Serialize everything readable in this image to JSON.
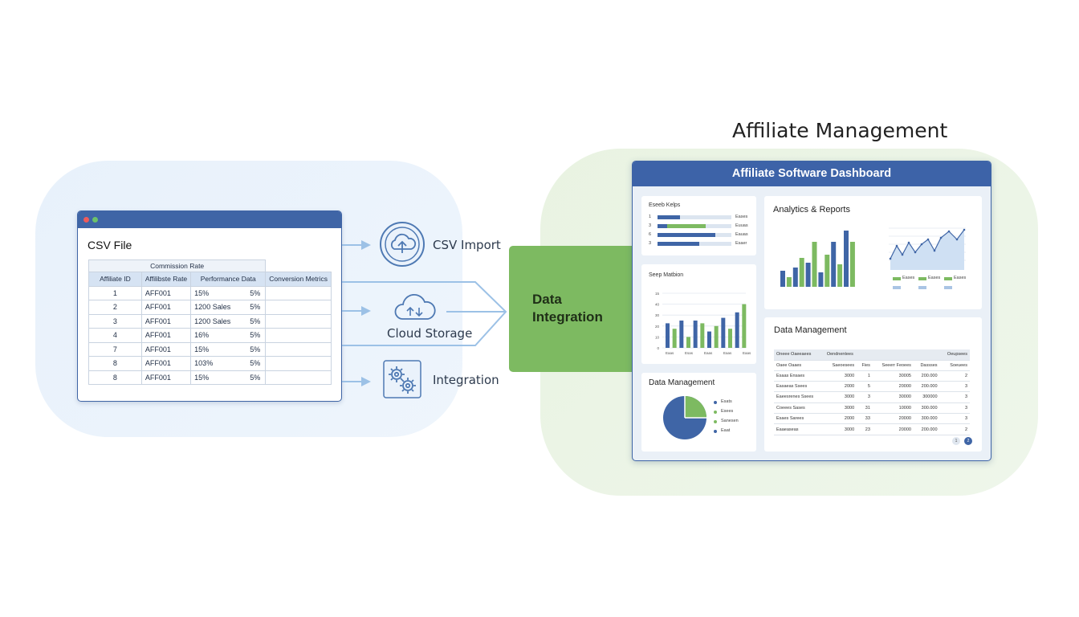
{
  "title": "Affiliate Management",
  "csv_window": {
    "title": "CSV File",
    "super_header": "Commission Rate",
    "headers": [
      "Affiliate ID",
      "Affilibste Rate",
      "Performance Data",
      "Conversion Metrics"
    ],
    "rows": [
      {
        "id": "1",
        "aff": "AFF001",
        "perf": "15%",
        "pv": "5%"
      },
      {
        "id": "2",
        "aff": "AFF001",
        "perf": "1200 Sales",
        "pv": "5%"
      },
      {
        "id": "3",
        "aff": "AFF001",
        "perf": "1200 Sales",
        "pv": "5%"
      },
      {
        "id": "4",
        "aff": "AFF001",
        "perf": "16%",
        "pv": "5%"
      },
      {
        "id": "7",
        "aff": "AFF001",
        "perf": "15%",
        "pv": "5%"
      },
      {
        "id": "8",
        "aff": "AFF001",
        "perf": "103%",
        "pv": "5%"
      },
      {
        "id": "8",
        "aff": "AFF001",
        "perf": "15%",
        "pv": "5%"
      }
    ]
  },
  "flow": {
    "csv_import": "CSV Import",
    "cloud_storage": "Cloud Storage",
    "integration": "Integration",
    "data_integration": "Data Integration"
  },
  "icons": {
    "csv_import": "cloud-upload-icon",
    "cloud_storage": "cloud-sync-icon",
    "integration": "gears-icon"
  },
  "colors": {
    "primary_blue": "#3f65a6",
    "accent_green": "#7dba61",
    "bar_blue": "#3f65a6",
    "bar_green": "#7dba61"
  },
  "dashboard": {
    "title": "Affiliate Software Dashboard",
    "card1": {
      "title": "Eseeb Kelps",
      "rows": [
        {
          "k": "1",
          "v": "Eases",
          "fill": 0.2
        },
        {
          "k": "3",
          "v": "Euuas",
          "fill": 0.6
        },
        {
          "k": "6",
          "v": "Eauas",
          "fill": 0.75
        },
        {
          "k": "3",
          "v": "Esaer",
          "fill": 0.5
        }
      ]
    },
    "card2": {
      "title": "Seep Matbion",
      "y_ticks": [
        "15",
        "40",
        "30",
        "20",
        "10",
        "0"
      ],
      "x_ticks": [
        "Eaas",
        "Esas",
        "Eaas",
        "Eaas",
        "Eaas"
      ]
    },
    "analytics": {
      "title": "Analytics & Reports",
      "legend": [
        "Eases",
        "Eases",
        "Eases"
      ]
    },
    "data_mgmt_small": {
      "title": "Data Management",
      "legend": [
        "Esats",
        "Esees",
        "Sanesen",
        "Eaat"
      ]
    },
    "data_mgmt_large": {
      "title": "Data Management",
      "header_top": [
        "Oneee Oaeeaees",
        "Oendnentees",
        "Oeupsees"
      ],
      "header": [
        "Oaee Oaaes",
        "Saeoesees",
        "Fies",
        "Seeerr Feoees",
        "Dassses",
        "Soeuees"
      ],
      "rows": [
        [
          "Esaas Ensaes",
          "3000",
          "1",
          "30005",
          "200.000",
          "2"
        ],
        [
          "Easaeas Ssees",
          "2000",
          "5",
          "20000",
          "200.000",
          "3"
        ],
        [
          "Eaeesrenes Ssees",
          "3000",
          "3",
          "30000",
          "300000",
          "3"
        ],
        [
          "Coeees Sases",
          "3000",
          "31",
          "10000",
          "300.000",
          "3"
        ],
        [
          "Esaes Sarees",
          "2000",
          "33",
          "20000",
          "300.000",
          "3"
        ],
        [
          "Eaaeaseas",
          "3000",
          "23",
          "20000",
          "200.000",
          "2"
        ]
      ],
      "pages": [
        "1",
        "2"
      ]
    }
  }
}
